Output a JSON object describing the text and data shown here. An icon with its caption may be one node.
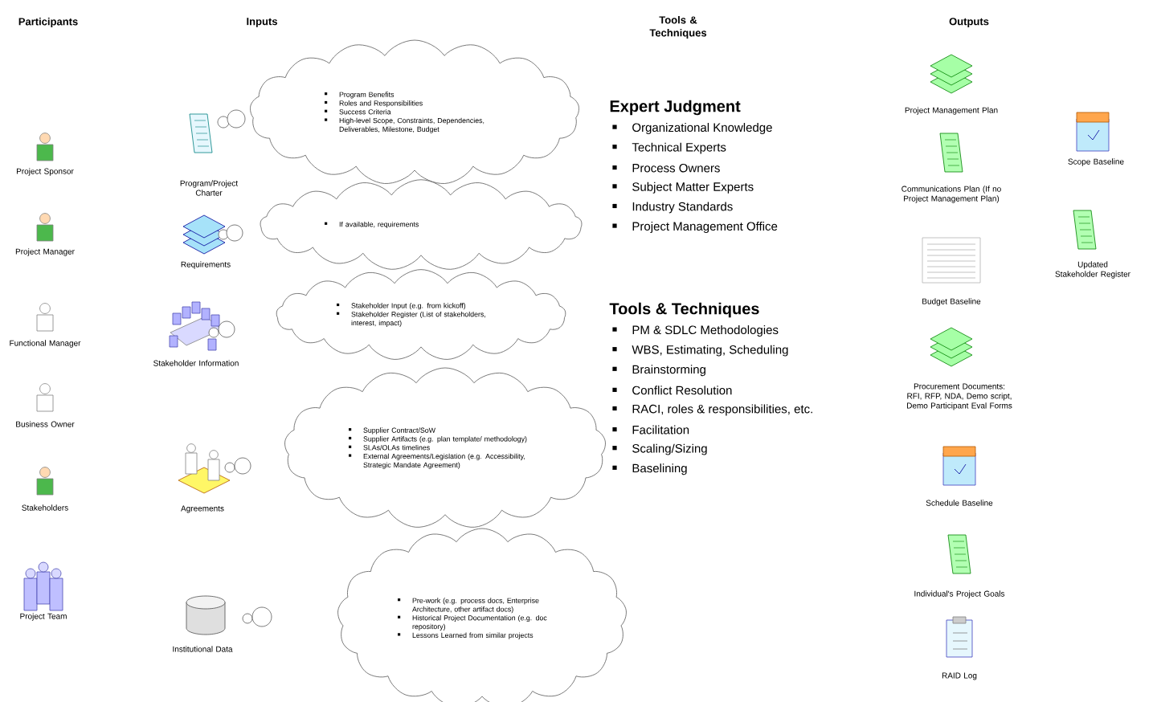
{
  "diagram": {
    "nodes": [
      {
        "text": [
          "Program Benefits",
          "Roles and Responsibilities",
          "Success Criteria",
          "High-level Scope, Constraints, Dependencies, Deliverables, Milestone, Budget"
        ]
      },
      {
        "text": [
          "If available, requirements"
        ]
      },
      {
        "text": [
          "Stakeholder Input (e.g. from kickoff)",
          "Stakeholder Register (List of stakeholders, interest, impact)"
        ]
      },
      {
        "text": [
          "Supplier Contract/SoW",
          "Supplier Artifacts (e.g. plan template/ methodology)",
          "SLAs/OLAs timelines",
          "External Agreements/Legislation (e.g. Accessibility, Strategic Mandate Agreement)"
        ]
      },
      {
        "text": [
          "Pre-work (e.g. process docs, Enterprise Architecture, other artifact docs)",
          "Historical Project Documentation (e.g. doc repository)",
          "Lessons Learned from similar projects"
        ]
      }
    ],
    "labels": [
      "Participants",
      "Inputs",
      "Tools & Techniques",
      "Outputs",
      "Project Sponsor",
      "Project Manager",
      "Functional Manager",
      "Business Owner",
      "Stakeholders",
      "Project Team",
      "Program/Project Charter",
      "Requirements",
      "Stakeholder Information",
      "Agreements",
      "Institutional Data",
      "Expert Judgment",
      "Organizational Knowledge",
      "Technical Experts",
      "Process Owners",
      "Subject Matter Experts",
      "Industry Standards",
      "Project Management Office",
      "Tools & Techniques",
      "PM & SDLC Methodologies",
      "WBS, Estimating, Scheduling",
      "Brainstorming",
      "Conflict Resolution",
      "RACI, roles & responsibilities, etc.",
      "Facilitation",
      "Scaling/Sizing",
      "Baselining",
      "Project Management Plan",
      "Scope Baseline",
      "Communications Plan (If no Project Management Plan)",
      "Updated Stakeholder Register",
      "Budget Baseline",
      "Procurement Documents: RFI, RFP, NDA, Demo script, Demo Participant Eval Forms",
      "Schedule Baseline",
      "Individual's Project Goals",
      "RAID Log"
    ]
  }
}
